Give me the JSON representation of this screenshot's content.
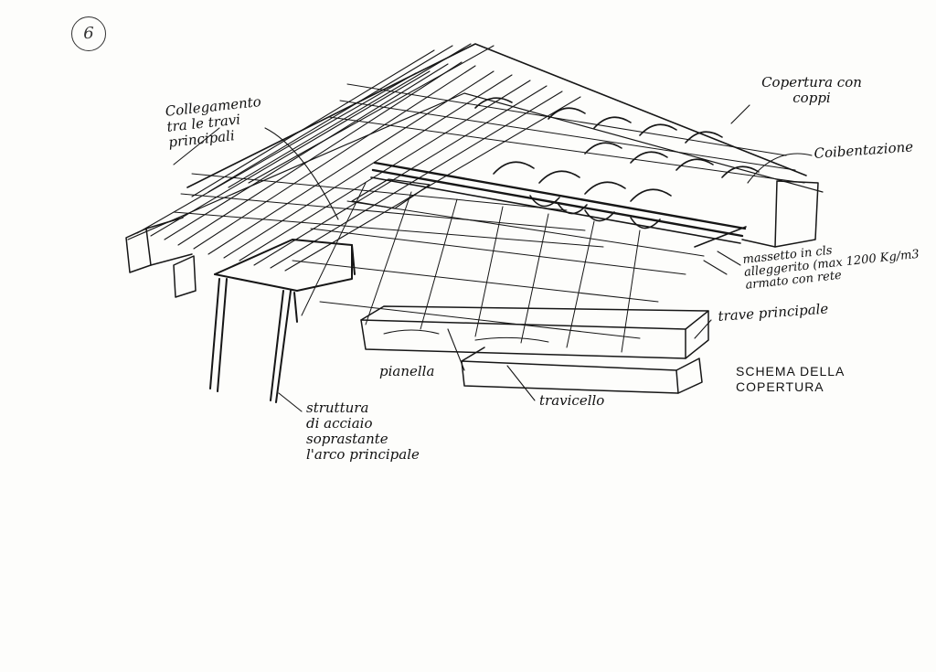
{
  "sheet": {
    "page_number": "6"
  },
  "labels": {
    "collegamento": "Collegamento\ntra le travi\nprincipali",
    "copertura": "Copertura con\ncoppi",
    "coibentazione": "Coibentazione",
    "massetto": "massetto in cls\nalleggerito (max 1200 Kg/m3\narmato con rete",
    "trave_principale": "trave principale",
    "pianella": "pianella",
    "travicello": "travicello",
    "struttura": "struttura\ndi acciaio\nsoprastante\nl'arco principale"
  },
  "title": "SCHEMA DELLA\nCOPERTURA"
}
